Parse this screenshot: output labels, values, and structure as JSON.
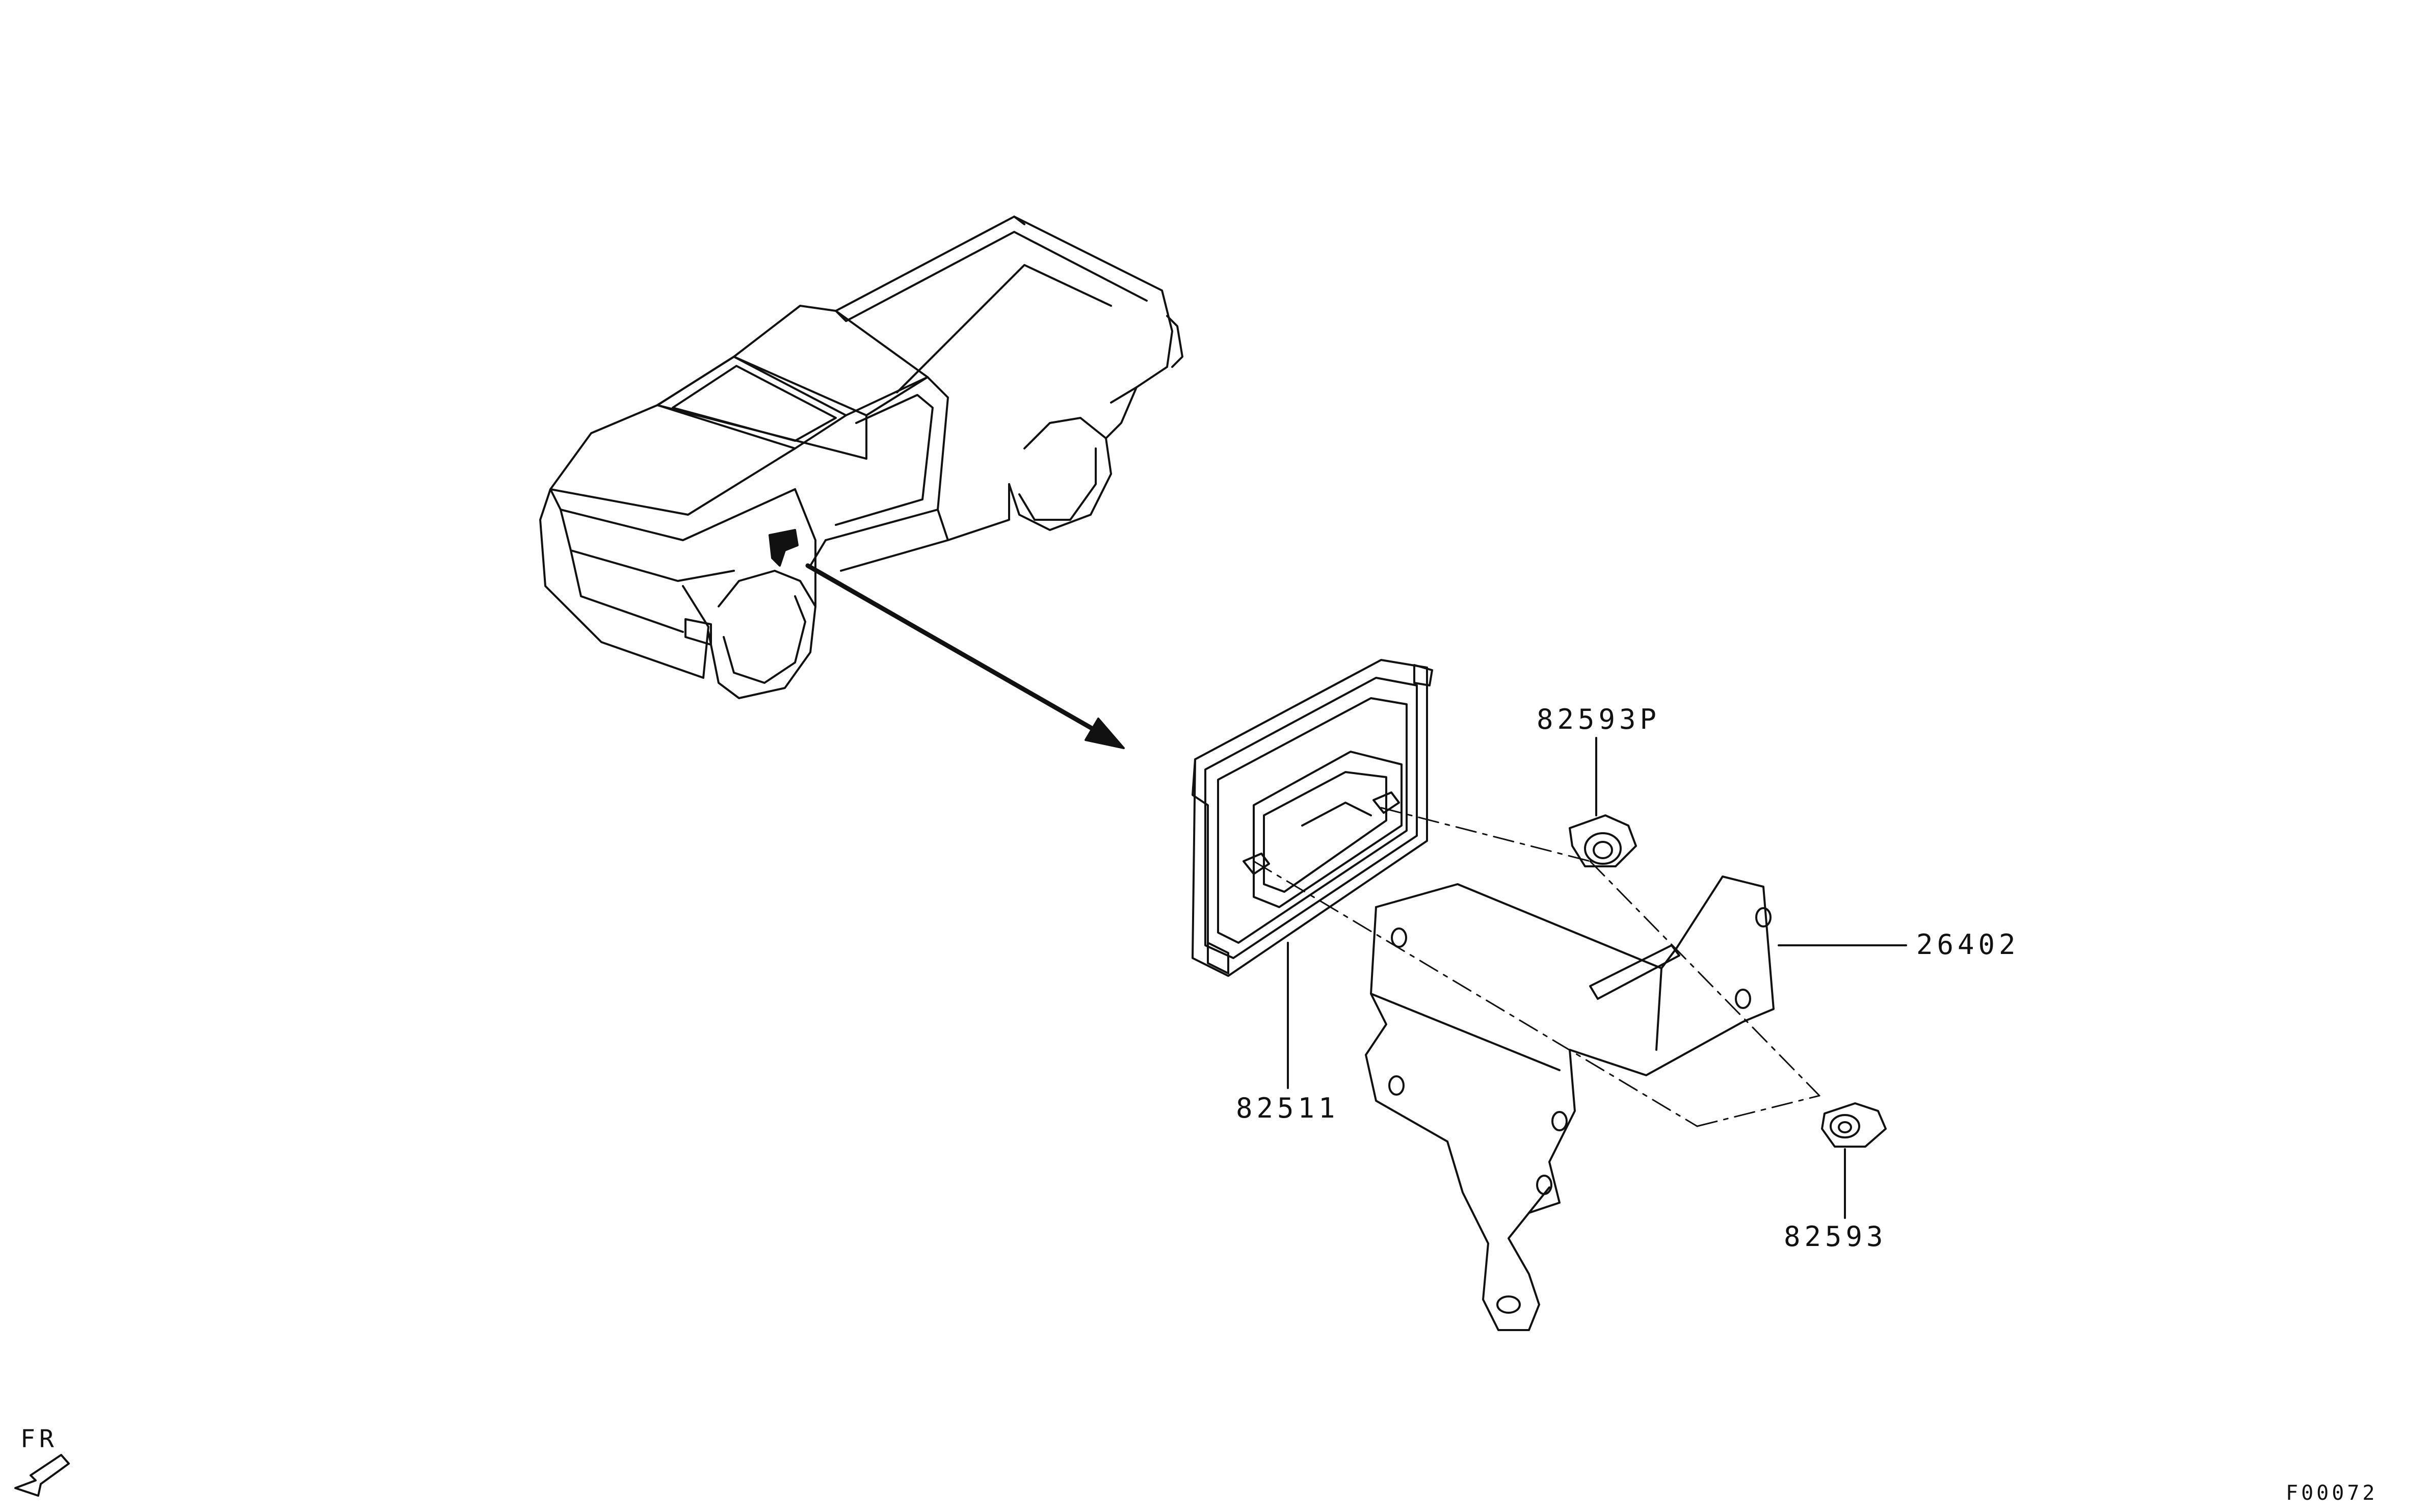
{
  "labels": {
    "part_82593P": "82593P",
    "part_26402": "26402",
    "part_82511": "82511",
    "part_82593": "82593",
    "front_indicator": "FR",
    "figure_code": "F00072"
  },
  "colors": {
    "line": "#111111",
    "background": "#ffffff"
  }
}
